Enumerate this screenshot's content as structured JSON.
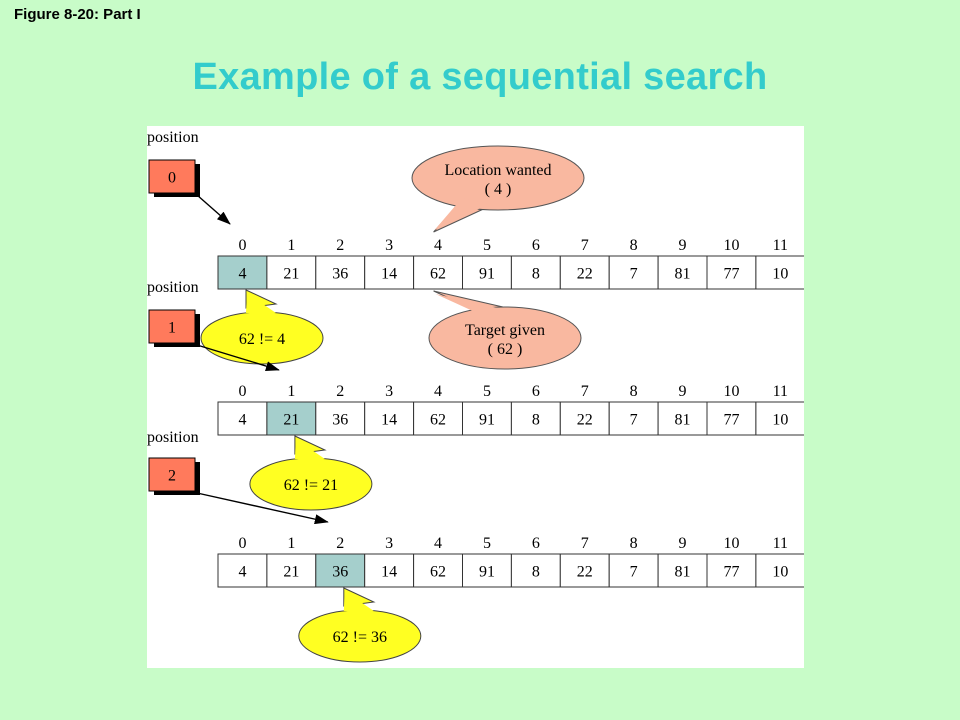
{
  "figure_label": "Figure 8-20: Part I",
  "title": "Example of a sequential search",
  "indices": [
    "0",
    "1",
    "2",
    "3",
    "4",
    "5",
    "6",
    "7",
    "8",
    "9",
    "10",
    "11"
  ],
  "array": [
    "4",
    "21",
    "36",
    "14",
    "62",
    "91",
    "8",
    "22",
    "7",
    "81",
    "77",
    "10"
  ],
  "steps": [
    {
      "position_label": "position",
      "position": "0",
      "highlight": 0,
      "comparison": "62 != 4"
    },
    {
      "position_label": "position",
      "position": "1",
      "highlight": 1,
      "comparison": "62 != 21"
    },
    {
      "position_label": "position",
      "position": "2",
      "highlight": 2,
      "comparison": "62 != 36"
    }
  ],
  "callouts": {
    "location_line1": "Location wanted",
    "location_line2": "( 4 )",
    "target_line1": "Target given",
    "target_line2": "( 62 )"
  },
  "colors": {
    "background": "#c8fcc8",
    "title": "#33cccc",
    "position_box": "#ff7a5c",
    "highlight_cell": "#a5cfcc",
    "comparison_bubble": "#ffff22",
    "info_bubble": "#f9b8a0"
  }
}
